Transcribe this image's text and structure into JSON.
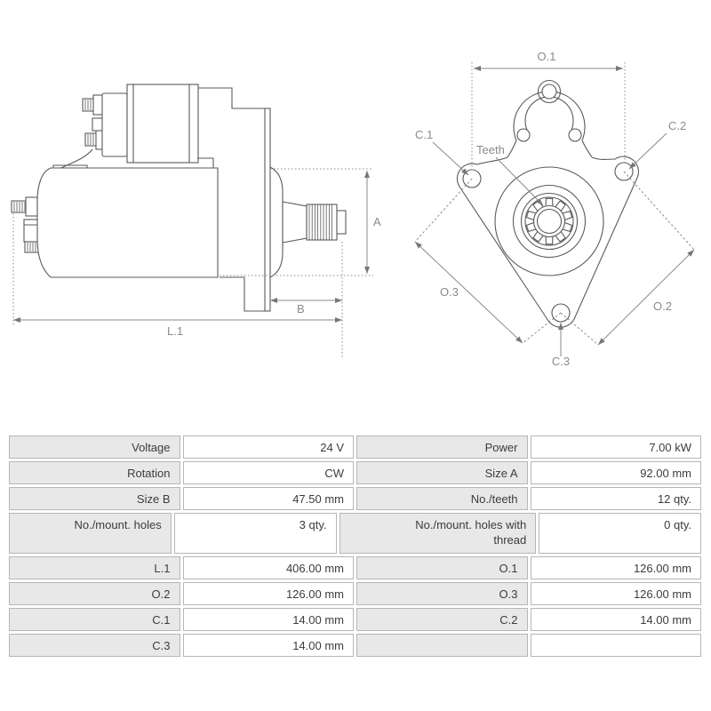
{
  "drawing": {
    "side_view": {
      "dim_a": "A",
      "dim_b": "B",
      "dim_l1": "L.1"
    },
    "front_view": {
      "dim_o1": "O.1",
      "dim_o2": "O.2",
      "dim_o3": "O.3",
      "dim_c1": "C.1",
      "dim_c2": "C.2",
      "dim_c3": "C.3",
      "teeth_label": "Teeth"
    }
  },
  "table": {
    "rows": [
      [
        "Voltage",
        "24 V",
        "Power",
        "7.00 kW"
      ],
      [
        "Rotation",
        "CW",
        "Size A",
        "92.00 mm"
      ],
      [
        "Size B",
        "47.50 mm",
        "No./teeth",
        "12 qty."
      ],
      [
        "No./mount. holes",
        "3 qty.",
        "No./mount. holes with thread",
        "0 qty."
      ],
      [
        "L.1",
        "406.00 mm",
        "O.1",
        "126.00 mm"
      ],
      [
        "O.2",
        "126.00 mm",
        "O.3",
        "126.00 mm"
      ],
      [
        "C.1",
        "14.00 mm",
        "C.2",
        "14.00 mm"
      ],
      [
        "C.3",
        "14.00 mm",
        "",
        ""
      ]
    ]
  },
  "colors": {
    "outline_stroke": "#5a5a5a",
    "dimension_stroke": "#8a8a8a",
    "table_label_bg": "#e8e8e8",
    "table_border": "#b6b6b6",
    "text": "#3c3c3c"
  }
}
